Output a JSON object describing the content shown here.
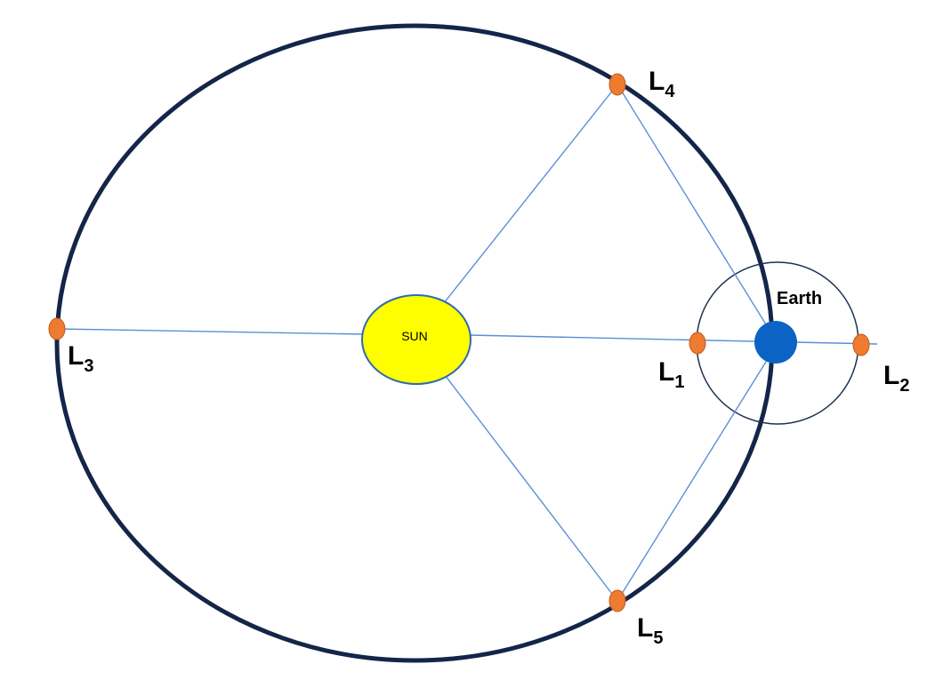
{
  "colors": {
    "background": "#ffffff",
    "orbit": "#132649",
    "earth_circle": "#1c2f52",
    "lines": "#5b8fd6",
    "sun_fill": "#ffff00",
    "sun_stroke": "#2f6ab0",
    "earth_fill": "#0b63c5",
    "lagrange_point": "#ee7b30"
  },
  "sun": {
    "label": "SUN"
  },
  "earth": {
    "label": "Earth"
  },
  "lagrange_points": {
    "L1": {
      "letter": "L",
      "subscript": "1"
    },
    "L2": {
      "letter": "L",
      "subscript": "2"
    },
    "L3": {
      "letter": "L",
      "subscript": "3"
    },
    "L4": {
      "letter": "L",
      "subscript": "4"
    },
    "L5": {
      "letter": "L",
      "subscript": "5"
    }
  }
}
